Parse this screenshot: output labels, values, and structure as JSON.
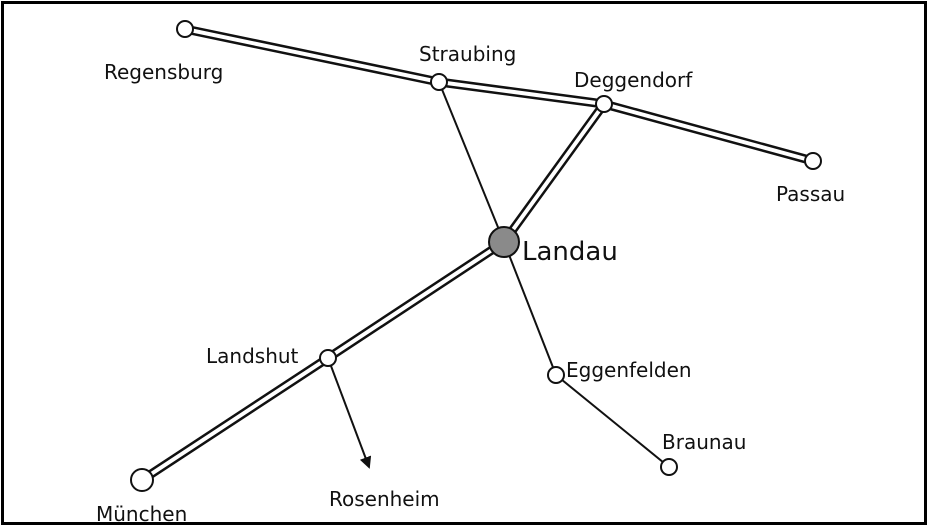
{
  "map": {
    "cities": {
      "regensburg": "Regensburg",
      "straubing": "Straubing",
      "deggendorf": "Deggendorf",
      "passau": "Passau",
      "landau": "Landau",
      "landshut": "Landshut",
      "eggenfelden": "Eggenfelden",
      "braunau": "Braunau",
      "muenchen": "München",
      "rosenheim": "Rosenheim"
    },
    "colors": {
      "border": "#000000",
      "line": "#111111",
      "node_fill": "#ffffff",
      "hub_fill": "#8a8a8a"
    }
  }
}
